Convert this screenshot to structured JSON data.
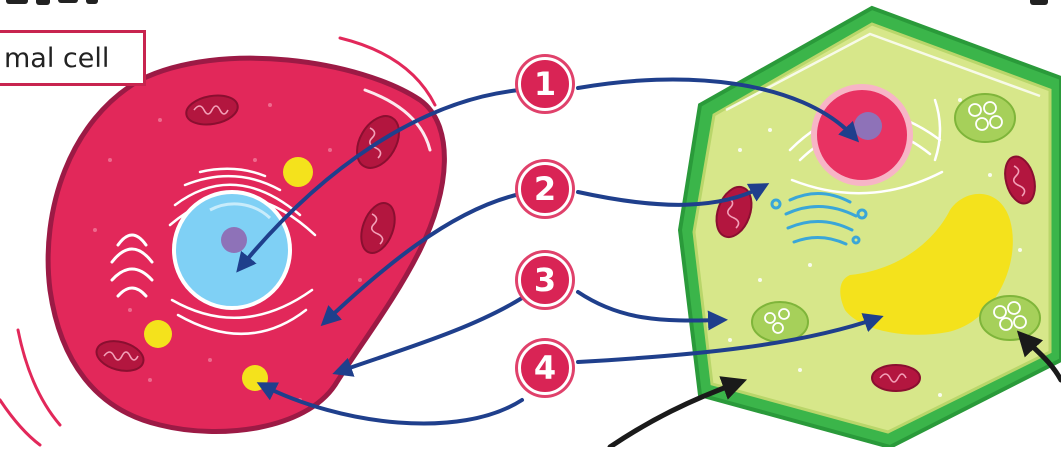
{
  "label": {
    "text": "mal cell"
  },
  "markers": [
    {
      "number": "1"
    },
    {
      "number": "2"
    },
    {
      "number": "3"
    },
    {
      "number": "4"
    }
  ],
  "colors": {
    "animal_cell": "#e2285a",
    "animal_cell_border": "#9c1a45",
    "plant_cell": "#d7e78a",
    "plant_wall": "#3bb54a",
    "nucleus_animal": "#7fd0f5",
    "nucleus_plant": "#e83262",
    "nucleolus": "#8e72b8",
    "vacuole": "#f4e21c",
    "chloroplast": "#a6d05a",
    "mitochondria": "#b3163f",
    "arrow_blue": "#1f3f8c",
    "arrow_black": "#1a1a1a",
    "marker": "#d92455"
  }
}
